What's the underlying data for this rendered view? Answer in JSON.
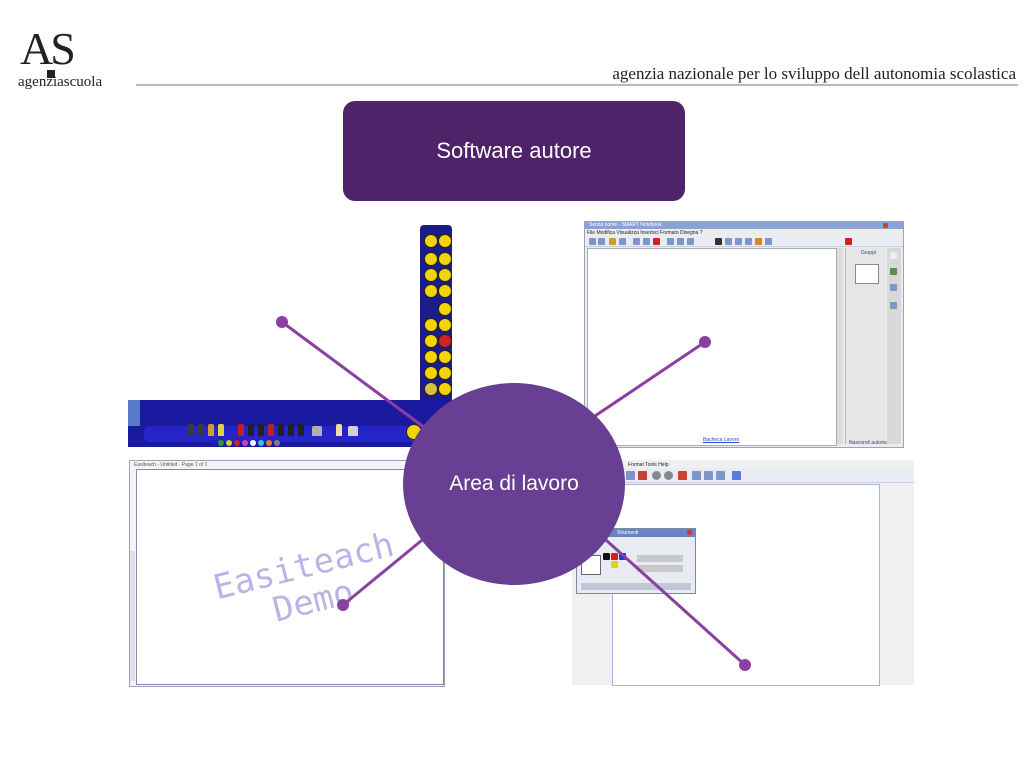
{
  "header": {
    "logo_mark": "AS",
    "logo_text": "agenziascuola",
    "subtitle": "agenzia nazionale per lo sviluppo dell autonomia scolastica"
  },
  "title": "Software autore",
  "center_label": "Area di lavoro",
  "colors": {
    "title_box": "#4f2269",
    "circle": "#683f92",
    "connector": "#8b3fa0"
  },
  "screenshots": {
    "top_right": {
      "window_title": "Senza nome - SMART Notebook",
      "menu": "File  Modifica  Visualizza  Inserisci  Formato  Disegna  ?",
      "panel_label": "Gruppi",
      "link": "Bacheca Lavoro",
      "checkbox": "Nascondi automatic."
    },
    "bottom_left": {
      "window_title": "Easiteach - Untitled - Page 1 of 1",
      "watermark_line1": "Easiteach",
      "watermark_line2": "Demo"
    },
    "bottom_right": {
      "menu": "Format  Tools  Help",
      "palette_title": "Strumenti"
    }
  }
}
